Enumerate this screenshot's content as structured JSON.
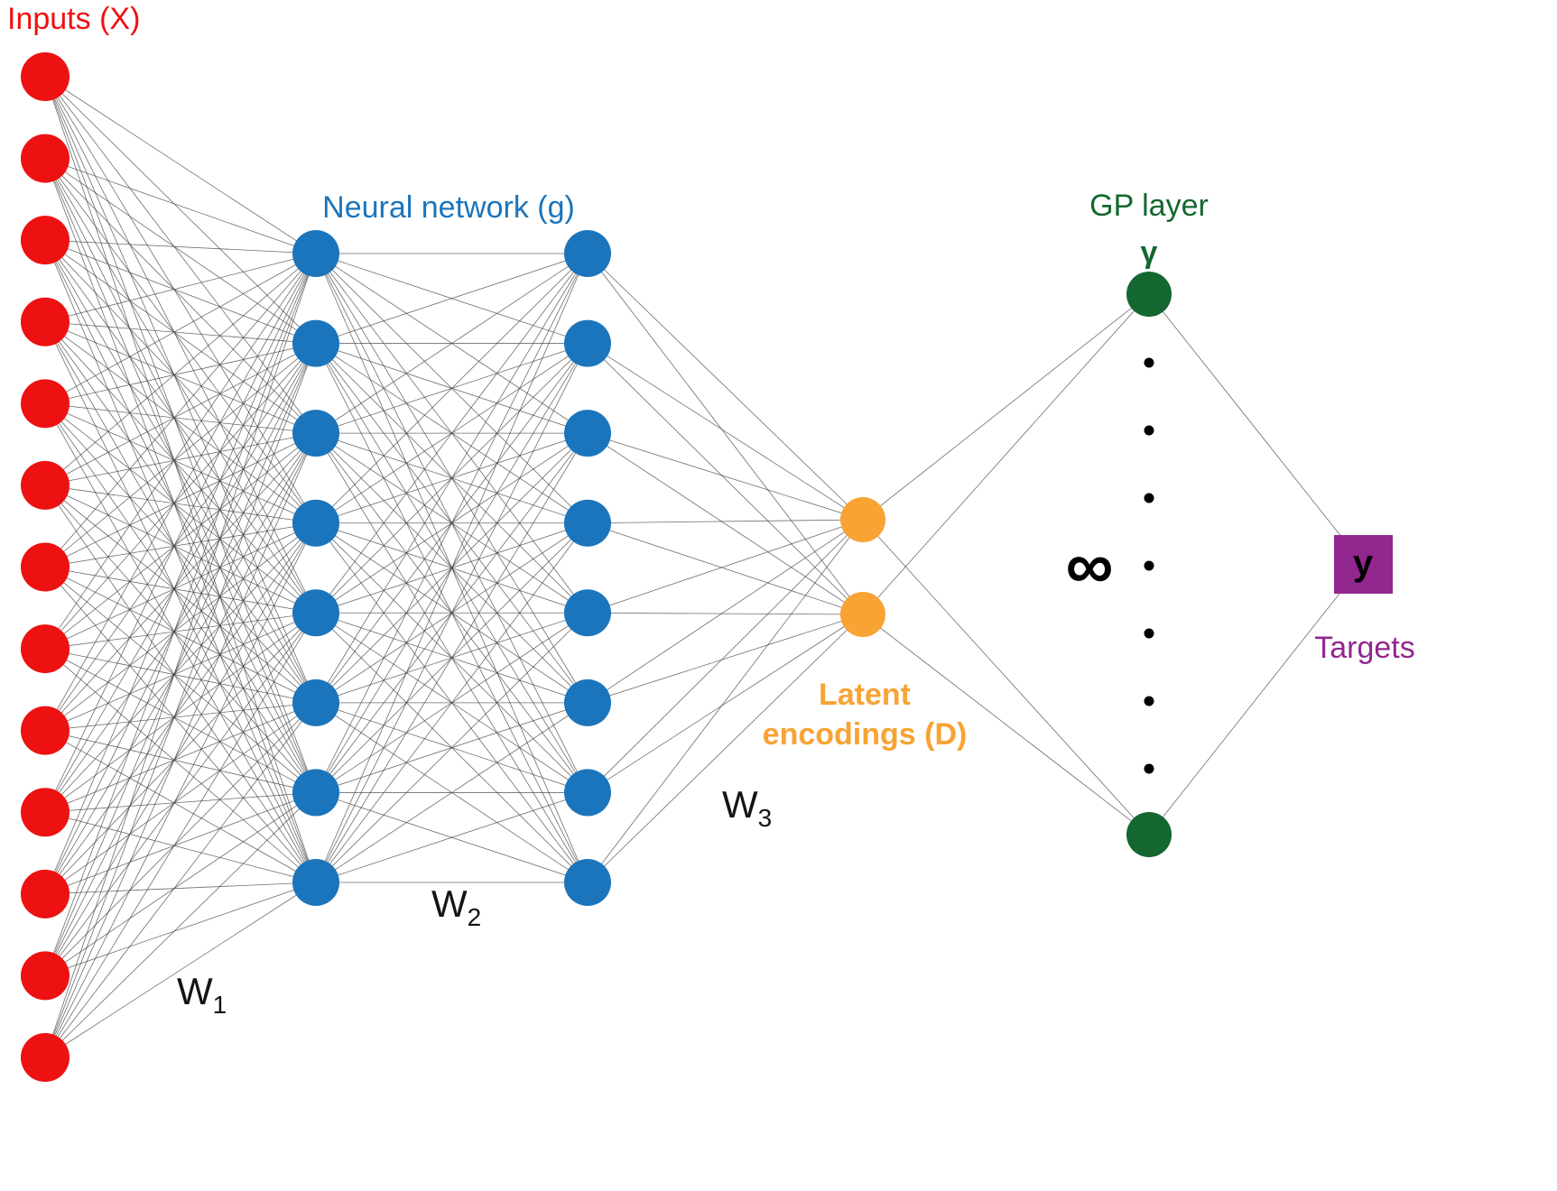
{
  "labels": {
    "inputs": "Inputs (X)",
    "neural_network": "Neural network (g)",
    "latent_line1": "Latent",
    "latent_line2": "encodings (D)",
    "gp_layer": "GP layer",
    "gamma": "γ",
    "infinity": "∞",
    "targets": "Targets"
  },
  "weight_labels": [
    {
      "base": "W",
      "sub": "1"
    },
    {
      "base": "W",
      "sub": "2"
    },
    {
      "base": "W",
      "sub": "3"
    }
  ],
  "target_node": {
    "label": "y"
  },
  "colors": {
    "input": "#ee1111",
    "hidden": "#1b75bc",
    "latent": "#f8a334",
    "gp": "#14672f",
    "target_box": "#92278f",
    "edge": "#3c3c3c",
    "dot": "#000000"
  },
  "network": {
    "layers": [
      {
        "name": "inputs",
        "count": 13,
        "color": "#ee1111"
      },
      {
        "name": "hidden1",
        "count": 8,
        "color": "#1b75bc"
      },
      {
        "name": "hidden2",
        "count": 8,
        "color": "#1b75bc"
      },
      {
        "name": "latent",
        "count": 2,
        "color": "#f8a334"
      },
      {
        "name": "gp",
        "count": 2,
        "color": "#14672f"
      }
    ],
    "gp_dots_count": 7,
    "edge_color": "#3c3c3c"
  }
}
